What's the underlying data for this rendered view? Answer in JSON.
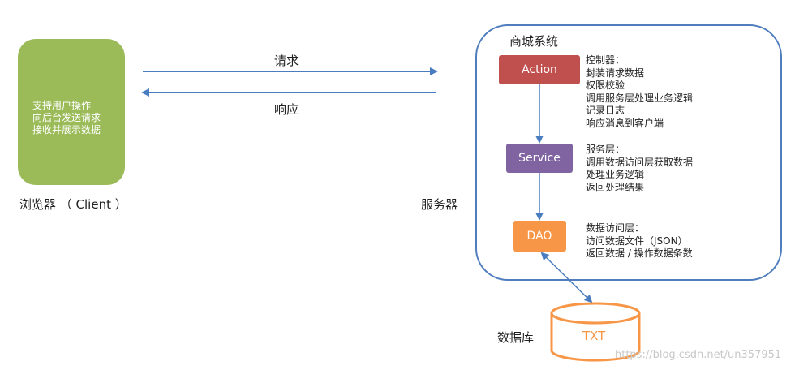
{
  "client": {
    "lines": [
      "支持用户操作",
      "向后台发送请求",
      "接收并展示数据"
    ],
    "label": "浏览器 （ Client ）"
  },
  "arrows": {
    "request_label": "请求",
    "response_label": "响应"
  },
  "server": {
    "label": "服务器",
    "system_title": "商城系统",
    "action": {
      "name": "Action",
      "lines": [
        "控制器：",
        "封装请求数据",
        "权限校验",
        "调用服务层处理业务逻辑",
        "记录日志",
        "响应消息到客户端"
      ]
    },
    "service": {
      "name": "Service",
      "lines": [
        "服务层：",
        "调用数据访问层获取数据",
        "处理业务逻辑",
        "返回处理结果"
      ]
    },
    "dao": {
      "name": "DAO",
      "lines": [
        "数据访问层：",
        "访问数据文件（JSON）",
        "返回数据 / 操作数据条数"
      ]
    }
  },
  "database": {
    "label": "数据库",
    "name": "TXT"
  },
  "watermark": "https://blog.csdn.net/un357951",
  "colors": {
    "client": "#9bbb59",
    "action": "#c0504d",
    "service": "#8064a2",
    "dao": "#f79646",
    "frame": "#4f7dbd",
    "arrow": "#4a7cc0"
  }
}
